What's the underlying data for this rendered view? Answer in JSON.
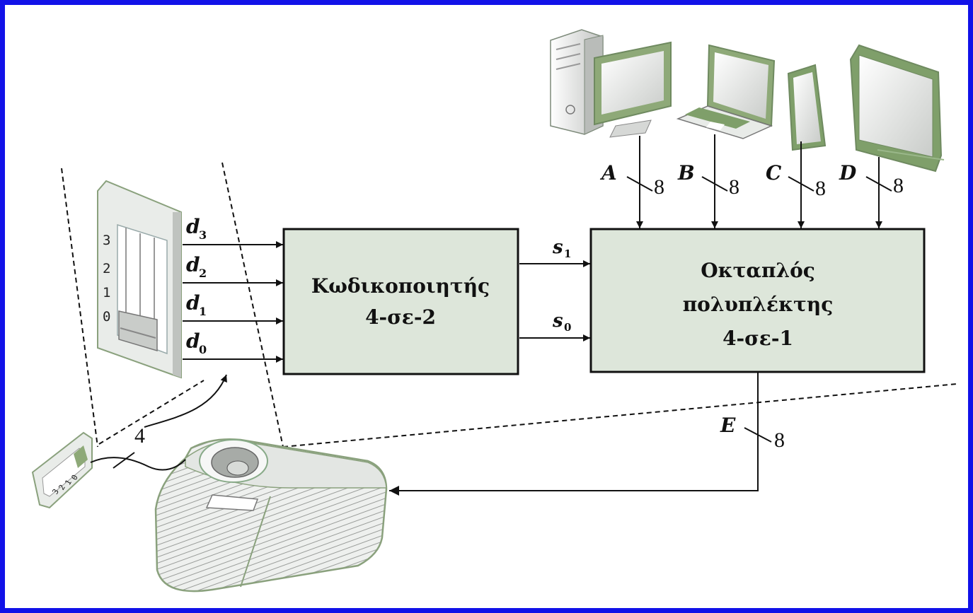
{
  "encoder": {
    "line1": "Κωδικοποιητής",
    "line2": "4-σε-2"
  },
  "mux": {
    "line1": "Οκταπλός",
    "line2": "πολυπλέκτης",
    "line3": "4-σε-1"
  },
  "inputs": {
    "A": {
      "name": "A",
      "width": "8"
    },
    "B": {
      "name": "B",
      "width": "8"
    },
    "C": {
      "name": "C",
      "width": "8"
    },
    "D": {
      "name": "D",
      "width": "8"
    },
    "E": {
      "name": "E",
      "width": "8"
    }
  },
  "data_lines": {
    "d3": {
      "base": "d",
      "sub": "3"
    },
    "d2": {
      "base": "d",
      "sub": "2"
    },
    "d1": {
      "base": "d",
      "sub": "1"
    },
    "d0": {
      "base": "d",
      "sub": "0"
    }
  },
  "select_lines": {
    "s1": {
      "base": "s",
      "sub": "1"
    },
    "s0": {
      "base": "s",
      "sub": "0"
    }
  },
  "remote_bus_width": "4",
  "switch_numbers": [
    "3",
    "2",
    "1",
    "0"
  ],
  "remote_numbers": [
    "3",
    "2",
    "1",
    "0"
  ],
  "colors": {
    "border": "#1212e8",
    "block_fill": "#dde6da",
    "device_green": "#7f9f6a"
  },
  "icons": [
    "desktop-computer-icon",
    "laptop-icon",
    "tablet-icon",
    "monitor-icon",
    "wall-switch-icon",
    "remote-control-icon",
    "projector-icon"
  ]
}
